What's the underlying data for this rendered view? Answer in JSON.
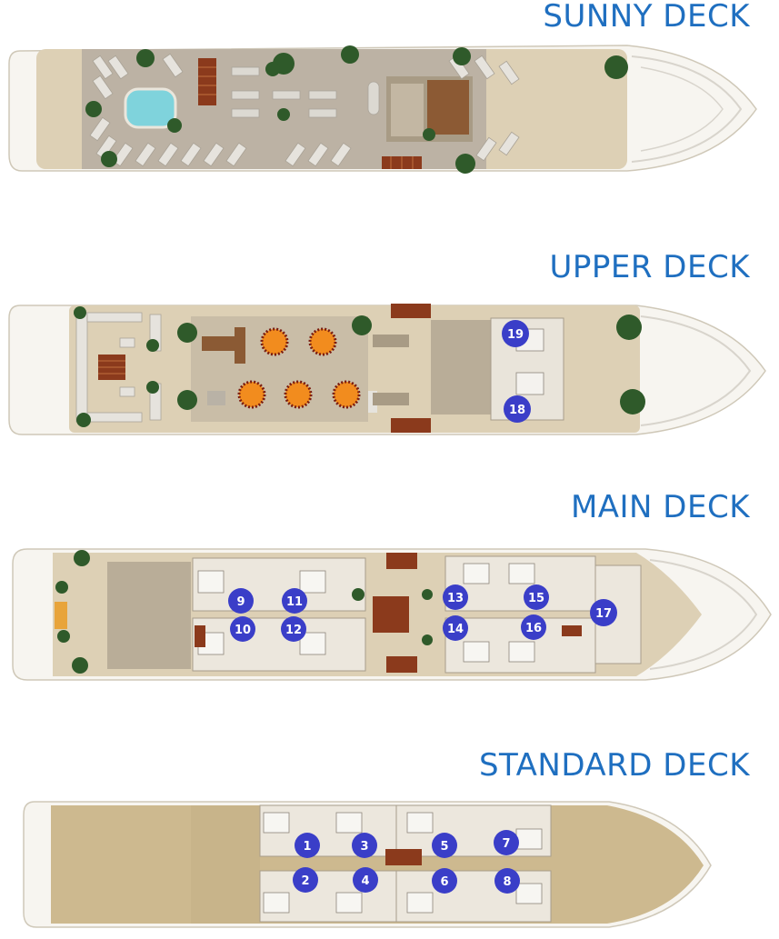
{
  "decks": {
    "sunny": {
      "title": "SUNNY DECK"
    },
    "upper": {
      "title": "UPPER DECK",
      "cabins": [
        "19",
        "18"
      ]
    },
    "main": {
      "title": "MAIN DECK",
      "cabins": [
        "9",
        "11",
        "13",
        "15",
        "17",
        "10",
        "12",
        "14",
        "16"
      ]
    },
    "standard": {
      "title": "STANDARD DECK",
      "cabins": [
        "1",
        "3",
        "5",
        "7",
        "2",
        "4",
        "6",
        "8"
      ]
    }
  },
  "colors": {
    "title": "#1f6fc0",
    "cabin_marker": "#3a3ec8",
    "table": "#f28c1e",
    "hull_white": "#f7f5f0",
    "deck_floor": "#d9cbb0",
    "teak": "#c9b89a",
    "plant": "#2f5a2a",
    "pool": "#7fd3dc"
  },
  "icons": [
    "plant-icon",
    "sunbed-icon",
    "pool-icon",
    "round-table-icon",
    "stairs-icon",
    "cabin-marker-icon"
  ]
}
